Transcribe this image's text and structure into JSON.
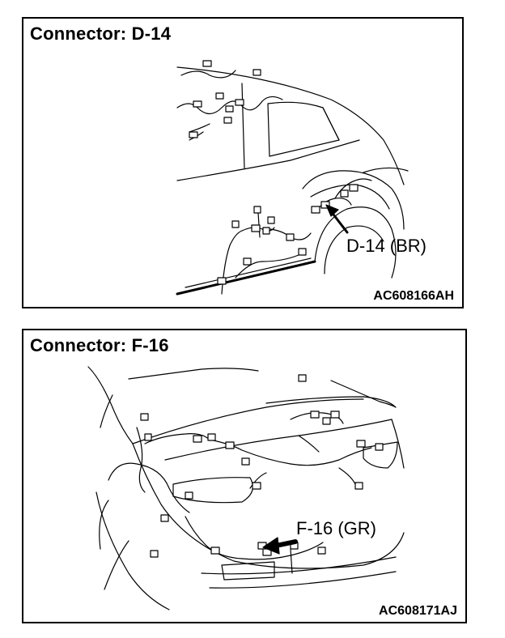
{
  "panels": [
    {
      "title": "Connector: D-14",
      "callout": "D-14 (BR)",
      "code": "AC608166AH"
    },
    {
      "title": "Connector: F-16",
      "callout": "F-16 (GR)",
      "code": "AC608171AJ"
    }
  ]
}
